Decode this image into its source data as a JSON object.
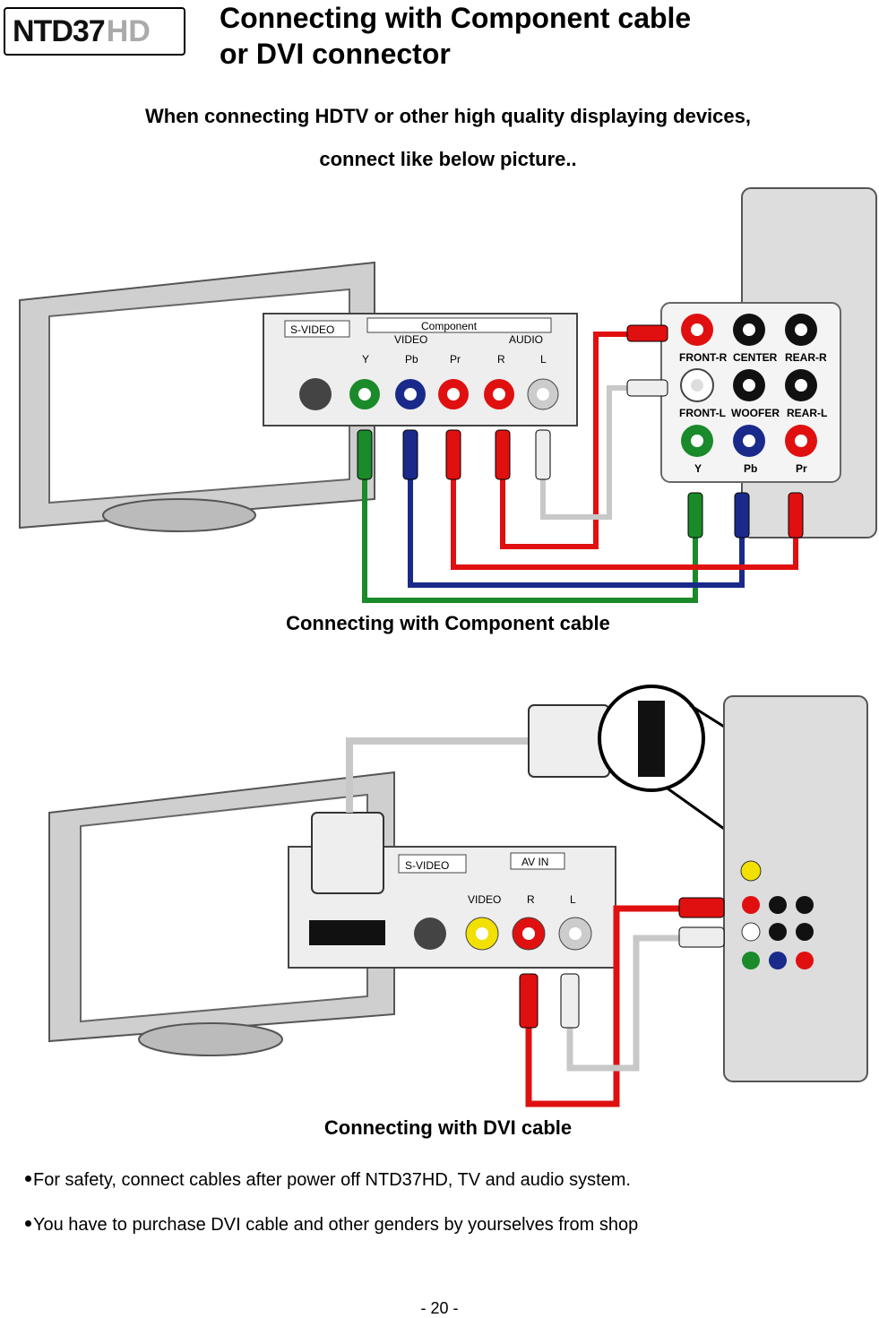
{
  "header": {
    "logo_main": "NTD37",
    "logo_suffix": "HD",
    "title_line1": "Connecting with Component cable",
    "title_line2": "or DVI connector"
  },
  "intro": {
    "line1": "When connecting HDTV or other high quality displaying devices,",
    "line2": "connect like below picture.."
  },
  "figure1": {
    "caption": "Connecting with Component cable",
    "tv_panel": {
      "svideo": "S-VIDEO",
      "component": "Component",
      "video": "VIDEO",
      "audio": "AUDIO",
      "y": "Y",
      "pb": "Pb",
      "pr": "Pr",
      "r": "R",
      "l": "L"
    },
    "device": {
      "front_r": "FRONT-R",
      "center": "CENTER",
      "rear_r": "REAR-R",
      "front_l": "FRONT-L",
      "woofer": "WOOFER",
      "rear_l": "REAR-L",
      "y": "Y",
      "pb": "Pb",
      "pr": "Pr"
    }
  },
  "figure2": {
    "caption": "Connecting with DVI cable",
    "tv_panel": {
      "svideo": "S-VIDEO",
      "av_in": "AV IN",
      "video": "VIDEO",
      "r": "R",
      "l": "L"
    }
  },
  "notes": [
    "For safety, connect cables after power off NTD37HD, TV and audio system.",
    "You have to purchase DVI cable and other genders by yourselves from shop"
  ],
  "footer": {
    "page": "- 20 -"
  },
  "colors": {
    "red": "#e01010",
    "green": "#1a8a2a",
    "blue": "#1a2a8a",
    "white_cable": "#c8c8c8",
    "yellow": "#f2e000"
  }
}
